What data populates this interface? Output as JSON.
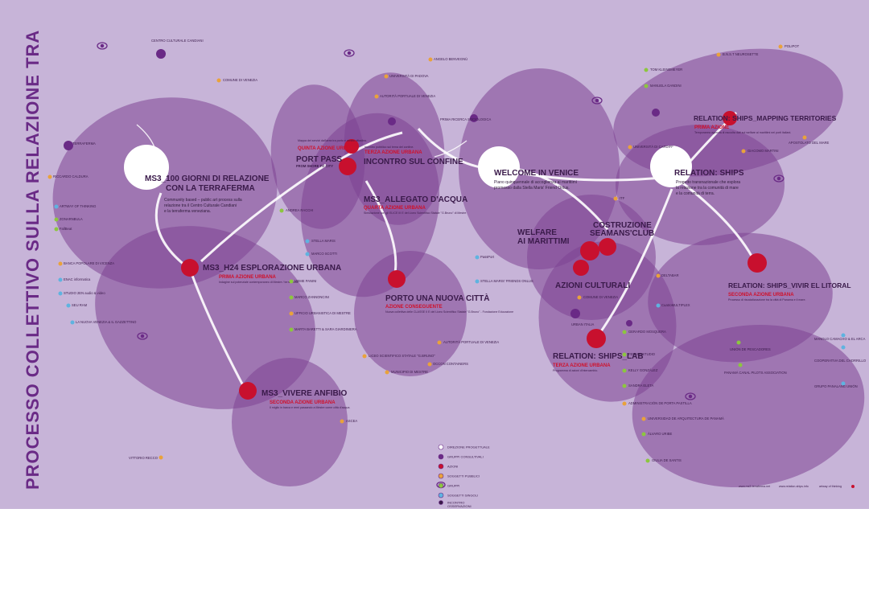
{
  "title": "PROCESSO COLLETTIVO SULLA RELAZIONE TRA LA TERRA E IL MARE.",
  "hubs": [
    {
      "label": "MS3_100 GIORNI DI RELAZIONE CON LA TERRAFERMA",
      "line1": "MS3_100 GIORNI DI RELAZIONE",
      "line2": "CON LA TERRAFERMA",
      "desc": [
        "Community based – public art process sulla",
        "relazione tra il Centro Culturale Candiani",
        "e la terraferma veneziana."
      ]
    },
    {
      "label": "WELCOME IN VENICE",
      "desc": [
        "Piano quinquennale di accoglienza ai marittimi",
        "promosso dalla Stella Maris' Friend Onlus."
      ]
    },
    {
      "label": "RELATION: SHIPS",
      "desc": [
        "Progetto transnazionale che esplora",
        "la relazione tra la comunità di mare",
        "e la comunità di terra."
      ]
    }
  ],
  "actions": [
    {
      "title": "MS3_H24 ESPLORAZIONE URBANA",
      "sub": "PRIMA AZIONE URBANA",
      "note": "Indagine sul potenziale contemporaneo di Mestre / terraferma"
    },
    {
      "title": "MS3_VIVERE ANFIBIO",
      "sub": "SECONDA AZIONE URBANA",
      "note": "Il miglio in barca e remi passando a Mestre come città d'acqua."
    },
    {
      "title": "PORT PASS",
      "title2": "FROM SHORE TO CITY",
      "sub": "QUINTA AZIONE URBANA",
      "note": "Mappa dei servizi dall'area tra porto e centro cittadino."
    },
    {
      "title": "INCONTRO SUL CONFINE",
      "sub": "TERZA AZIONE URBANA",
      "note": "Incontro pubblico sul tema del confine."
    },
    {
      "title": "MS3_ALLEGATO D'ACQUA",
      "sub": "QUARTA AZIONE URBANA",
      "note": "Simulazione con gli ELICE III E del Liceo Scientifico Statale \"G.Bruno\" di Mestre"
    },
    {
      "title": "PORTO UNA NUOVA CITTÀ",
      "sub": "AZIONE CONSEGUENTE",
      "note": "Nuova collettiva delle CLASSE II E del Liceo Scientifico Statale \"G.Bruno\" - Fondazione Educazione"
    },
    {
      "title": "WELFARE",
      "title2": "AI MARITTIMI"
    },
    {
      "title": "COSTRUZIONE",
      "title2": "SEAMANS'CLUB"
    },
    {
      "title": "AZIONI CULTURALI"
    },
    {
      "title": "RELATION: SHIPS_LAB",
      "sub": "TERZA AZIONE URBANA",
      "note": "Programma di azioni d'intercambio."
    },
    {
      "title": "RELATION: SHIPS_MAPPING TERRITORIES",
      "sub": "PRIMA AZIONE",
      "note": "Temporanea agenzia di raccolta dati sul welfare ai marittimi nei porti italiani."
    },
    {
      "title": "RELATION: SHIPS_VIVIR EL LITORAL",
      "sub": "SECONDA AZIONE URBANA",
      "note": "Processo di risocializzazione tra la città di Panama e il mare."
    }
  ],
  "nodes": {
    "terraferma": "TERRAFERMA",
    "riccardo": "RICCARDO CALDURA",
    "artway": "ARTWAY OF THINKING",
    "zonarnbula": "ZONARNBULA",
    "fallbeat": "FallBeat",
    "banca": "BANCA POPOLARE DI VICENZA",
    "enac": "ENAC informatica",
    "studio": "STUDIO 2EN audio & video",
    "seu": "SEU RAM",
    "nuova": "LA NUOVA VENEZIA & IL GAZZETTINO",
    "vittorio": "VITTORIO RECCO",
    "candiani": "CENTRO CULTURALE CANDIANI",
    "comune": "COMUNE DI VENEZIA",
    "andrea": "ANDREA RACCHI",
    "stella": "STELLA MARIS",
    "marco": "MARCO SCOTTI",
    "meme": "MEME PANINI",
    "zannoni": "MARCO ZANNONCINI",
    "ufficio": "UFFICIO URBANISTICA DI MESTRE",
    "marta": "MARTA BARETTI & SARA GIARDINIERA",
    "ascea": "ASCEA",
    "liceo": "LICEO SCIENTIFICO STATALE \"G.BRUNO\"",
    "municipio": "MUNICIPIO DI MESTRE",
    "occon": "OCCON CONTAINERS",
    "autorita": "AUTORITÀ PORTUALE DI VENEZIA",
    "autorita2": "AUTORITÀ PORTUALE DI VENEZIA",
    "universita": "UNIVERSITÀ DI PADOVA",
    "angelo": "ANGELO BENVEGNÙ",
    "prima": "PRIMA RICERCA SOCIOLOGICA",
    "passport": "PassPort",
    "stellamaris": "STELLA MARIS' FRIENDS ONLUS",
    "comunevenezia": "COMUNE DI VENEZIA",
    "urbanitalia": "URBAN ITALIA",
    "itf": "ITF",
    "fondazione": "FONDAZIONE",
    "manuela": "MANUELA GANDINI",
    "tom": "TOM KLEINEMEYER",
    "polipot": "POLIPOT",
    "bst": "B.N.S.T NEUROSETTE",
    "universitacardiff": "UNIVERSITÀ DI CARDIFF",
    "giacomo": "GIACOMO MARTINI",
    "apostolato": "APOSTOLATO DEL MARE",
    "deltabar": "DELTABAR",
    "cuatro": "CuatroMULTIPLEX",
    "gerardo": "GERARDO MOSQUERA",
    "fermin": "FERMIN STUDIO",
    "kelly": "KELLY GONZÁLEZ",
    "sandra": "SANDRA ELETA",
    "administracion": "ADMINISTRACIÓN DE PORTA PASTILLA",
    "universidad": "UNIVERSIDAD DE ARQUITECTURA DE PANAMÁ",
    "alvaro": "ÁLVARO URIBE",
    "giulia": "GIULIA DE SANTIS",
    "manolo": "MANOLO CAMACHO & EL ARCA",
    "union": "UNIÓN DE PESCADORES",
    "cooperativa": "COOPERATIVA DEL CHORRILLO",
    "panama": "PANAMÁ CANAL PILOTS ASSOCIATION",
    "grupo": "GRUPO PANALANG UNIÓN"
  },
  "legend": [
    {
      "label": "DIREZIONE PROGETTUALE",
      "color": "#ffffff"
    },
    {
      "label": "GRUPPI CONSULTIVALI",
      "color": "#6a2a86"
    },
    {
      "label": "AZIONI",
      "color": "#c8102e"
    },
    {
      "label": "SOGGETTI PUBBLICI",
      "color": "#e9a23b"
    },
    {
      "label": "GRUPPI",
      "color": "#8cc63f"
    },
    {
      "label": "SOGGETTI SINGOLI",
      "color": "#5fb3e0"
    },
    {
      "label": "INCONTRO",
      "color": "#3a1a4a"
    },
    {
      "label": "OSSERVAZIONI",
      "color": "#6a2a86"
    }
  ],
  "footer": {
    "site1": "www.ms3-terraferma.net",
    "site2": "www.relation-ships.info",
    "credit": "artway of thinking"
  },
  "colors": {
    "panel": "#c7b4d8",
    "blob": "#7d4394",
    "action": "#c8102e",
    "title": "#6a2a86"
  }
}
